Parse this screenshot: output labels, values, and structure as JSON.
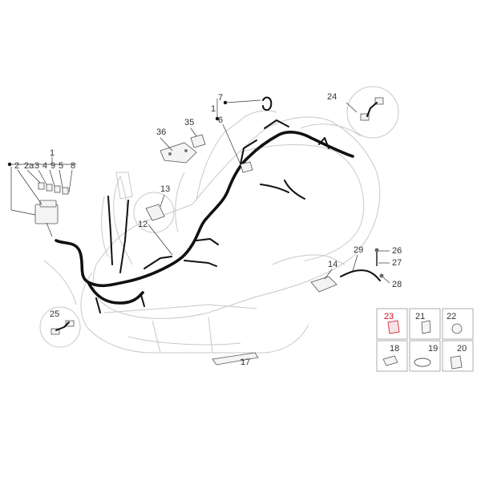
{
  "labels": {
    "l1_top": "1",
    "l2": "2",
    "l2a": "2a",
    "l3": "3",
    "l4": "4",
    "l9": "9",
    "l5": "5",
    "l8": "8",
    "l36": "36",
    "l35": "35",
    "l7": "7",
    "l1_mid": "1",
    "l6": "6",
    "l24": "24",
    "l13": "13",
    "l12": "12",
    "l29": "29",
    "l26": "26",
    "l27": "27",
    "l14": "14",
    "l28": "28",
    "l25": "25",
    "l17": "17",
    "l23": "23",
    "l21": "21",
    "l22": "22",
    "l18": "18",
    "l19": "19",
    "l20": "20"
  },
  "colors": {
    "harness": "#111111",
    "ghost_outline": "#c8c8c8",
    "label_text": "#333333",
    "highlight_label": "#d01020"
  }
}
